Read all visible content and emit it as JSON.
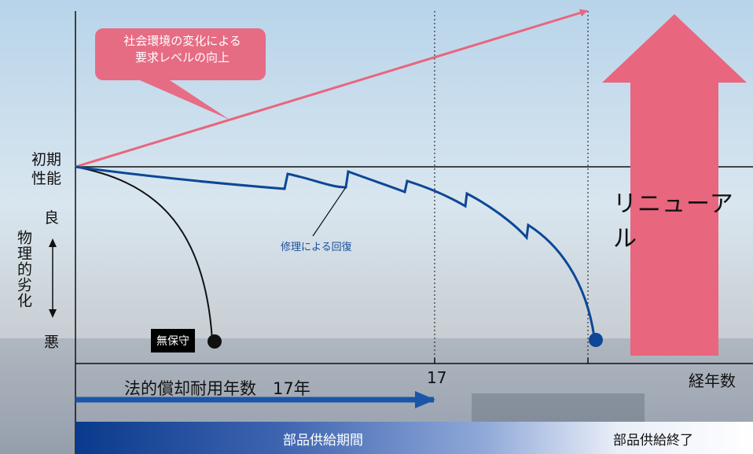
{
  "callout": {
    "line1": "社会環境の変化による",
    "line2": "要求レベルの向上"
  },
  "axis": {
    "initial_perf_1": "初期",
    "initial_perf_2": "性能",
    "good": "良",
    "physical_degradation": "物理的劣化",
    "bad": "悪",
    "x_label": "経年数",
    "tick_17": "17"
  },
  "labels": {
    "no_maintenance": "無保守",
    "repair_recovery": "修理による回復",
    "renewal": "リニューアル",
    "legal_life": "法的償却耐用年数　17年",
    "parts_supply_period": "部品供給期間",
    "parts_supply_end": "部品供給終了"
  },
  "colors": {
    "pink": "#e8667e",
    "blue": "#0d4796",
    "black": "#111111"
  }
}
